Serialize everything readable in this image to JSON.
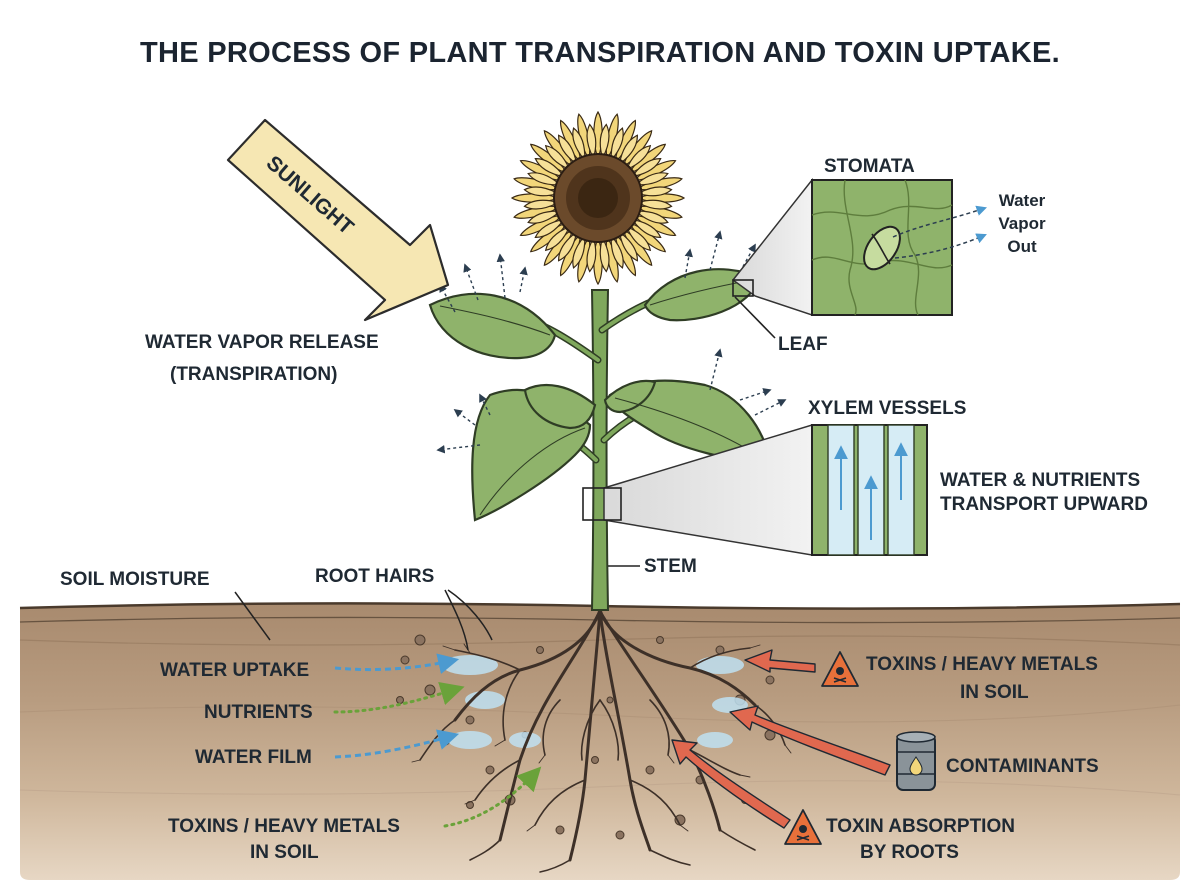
{
  "title": "THE PROCESS OF PLANT TRANSPIRATION AND TOXIN UPTAKE.",
  "sunlight": "SUNLIGHT",
  "stomata": {
    "title": "STOMATA",
    "out_line1": "Water",
    "out_line2": "Vapor",
    "out_line3": "Out"
  },
  "leaf": "LEAF",
  "transpiration": {
    "line1": "WATER VAPOR RELEASE",
    "line2": "(TRANSPIRATION)"
  },
  "xylem": {
    "title": "XYLEM VESSELS",
    "desc_line1": "WATER & NUTRIENTS",
    "desc_line2": "TRANSPORT UPWARD"
  },
  "stem": "STEM",
  "root_hairs": "ROOT HAIRS",
  "soil_moisture": "SOIL MOISTURE",
  "left_labels": {
    "water_uptake": "WATER UPTAKE",
    "nutrients": "NUTRIENTS",
    "water_film": "WATER FILM",
    "toxins_line1": "TOXINS / HEAVY METALS",
    "toxins_line2": "IN SOIL"
  },
  "right_labels": {
    "toxins_line1": "TOXINS / HEAVY METALS",
    "toxins_line2": "IN SOIL",
    "contaminants": "CONTAMINANTS",
    "absorption_line1": "TOXIN ABSORPTION",
    "absorption_line2": "BY ROOTS"
  },
  "colors": {
    "sky": "#ffffff",
    "soil_top": "#a88a6e",
    "soil_mid": "#c2a88c",
    "soil_bottom": "#e3d2bf",
    "leaf": "#8fb36b",
    "stem": "#7fa85c",
    "petal": "#f2d67a",
    "flower_center": "#6b4a2b",
    "water_arrow": "#6fb7e0",
    "nutrient_arrow": "#7cb342",
    "toxin_arrow": "#e0684f",
    "hazard": "#e8703a",
    "sunlight": "#f6e7b3"
  },
  "icons": [
    "sun-arrow",
    "hazard-skull-icon",
    "barrel-icon"
  ]
}
